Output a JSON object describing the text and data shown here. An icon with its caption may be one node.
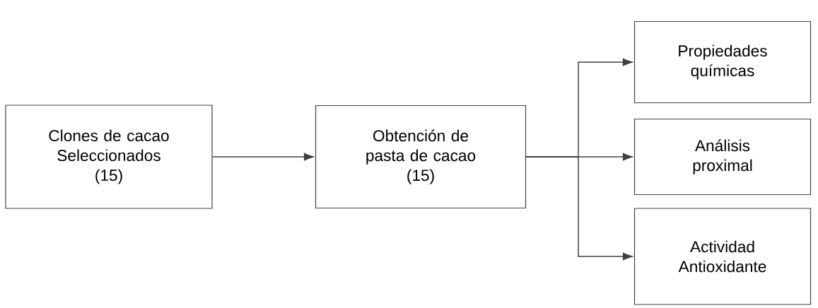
{
  "diagram": {
    "nodes": [
      {
        "text": [
          "Clones de cacao Seleccionados",
          "(15)"
        ]
      },
      {
        "text": [
          "Obtención de pasta de cacao",
          "(15)"
        ]
      },
      {
        "text": [
          "Propiedades químicas"
        ]
      },
      {
        "text": [
          "Análisis proximal"
        ]
      },
      {
        "text": [
          "Actividad Antioxidante"
        ]
      }
    ],
    "edges": [
      {
        "from": 0,
        "to": 1,
        "arrow": "to"
      },
      {
        "from": 1,
        "to": 2,
        "arrow": "to"
      },
      {
        "from": 1,
        "to": 3,
        "arrow": "to"
      },
      {
        "from": 1,
        "to": 4,
        "arrow": "to"
      }
    ]
  }
}
